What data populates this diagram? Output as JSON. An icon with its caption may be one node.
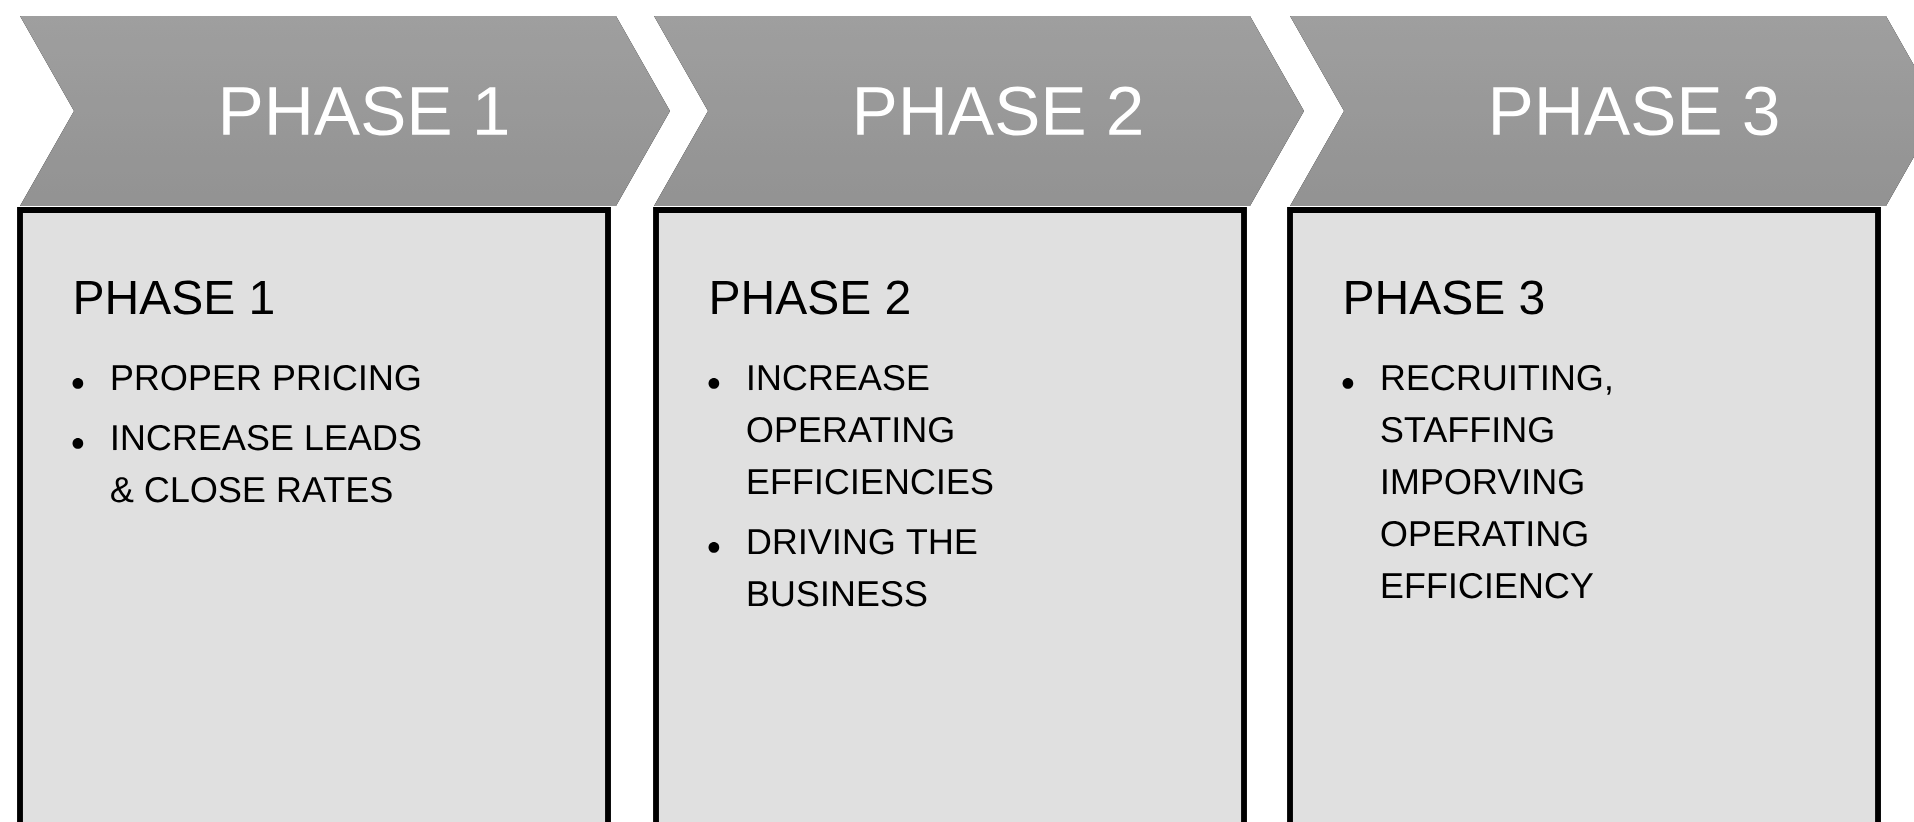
{
  "diagram": {
    "nodes": [
      {
        "text": [
          "PHASE 1"
        ]
      },
      {
        "text": [
          "PHASE 2"
        ]
      },
      {
        "text": [
          "PHASE 3"
        ]
      },
      {
        "text": [
          "PHASE 1",
          "PROPER PRICING",
          "INCREASE LEADS & CLOSE RATES"
        ]
      },
      {
        "text": [
          "PHASE 2",
          "INCREASE OPERATING EFFICIENCIES",
          "DRIVING THE BUSINESS"
        ]
      },
      {
        "text": [
          "PHASE 3",
          "RECRUITING, STAFFING IMPORVING OPERATING EFFICIENCY"
        ]
      }
    ]
  }
}
